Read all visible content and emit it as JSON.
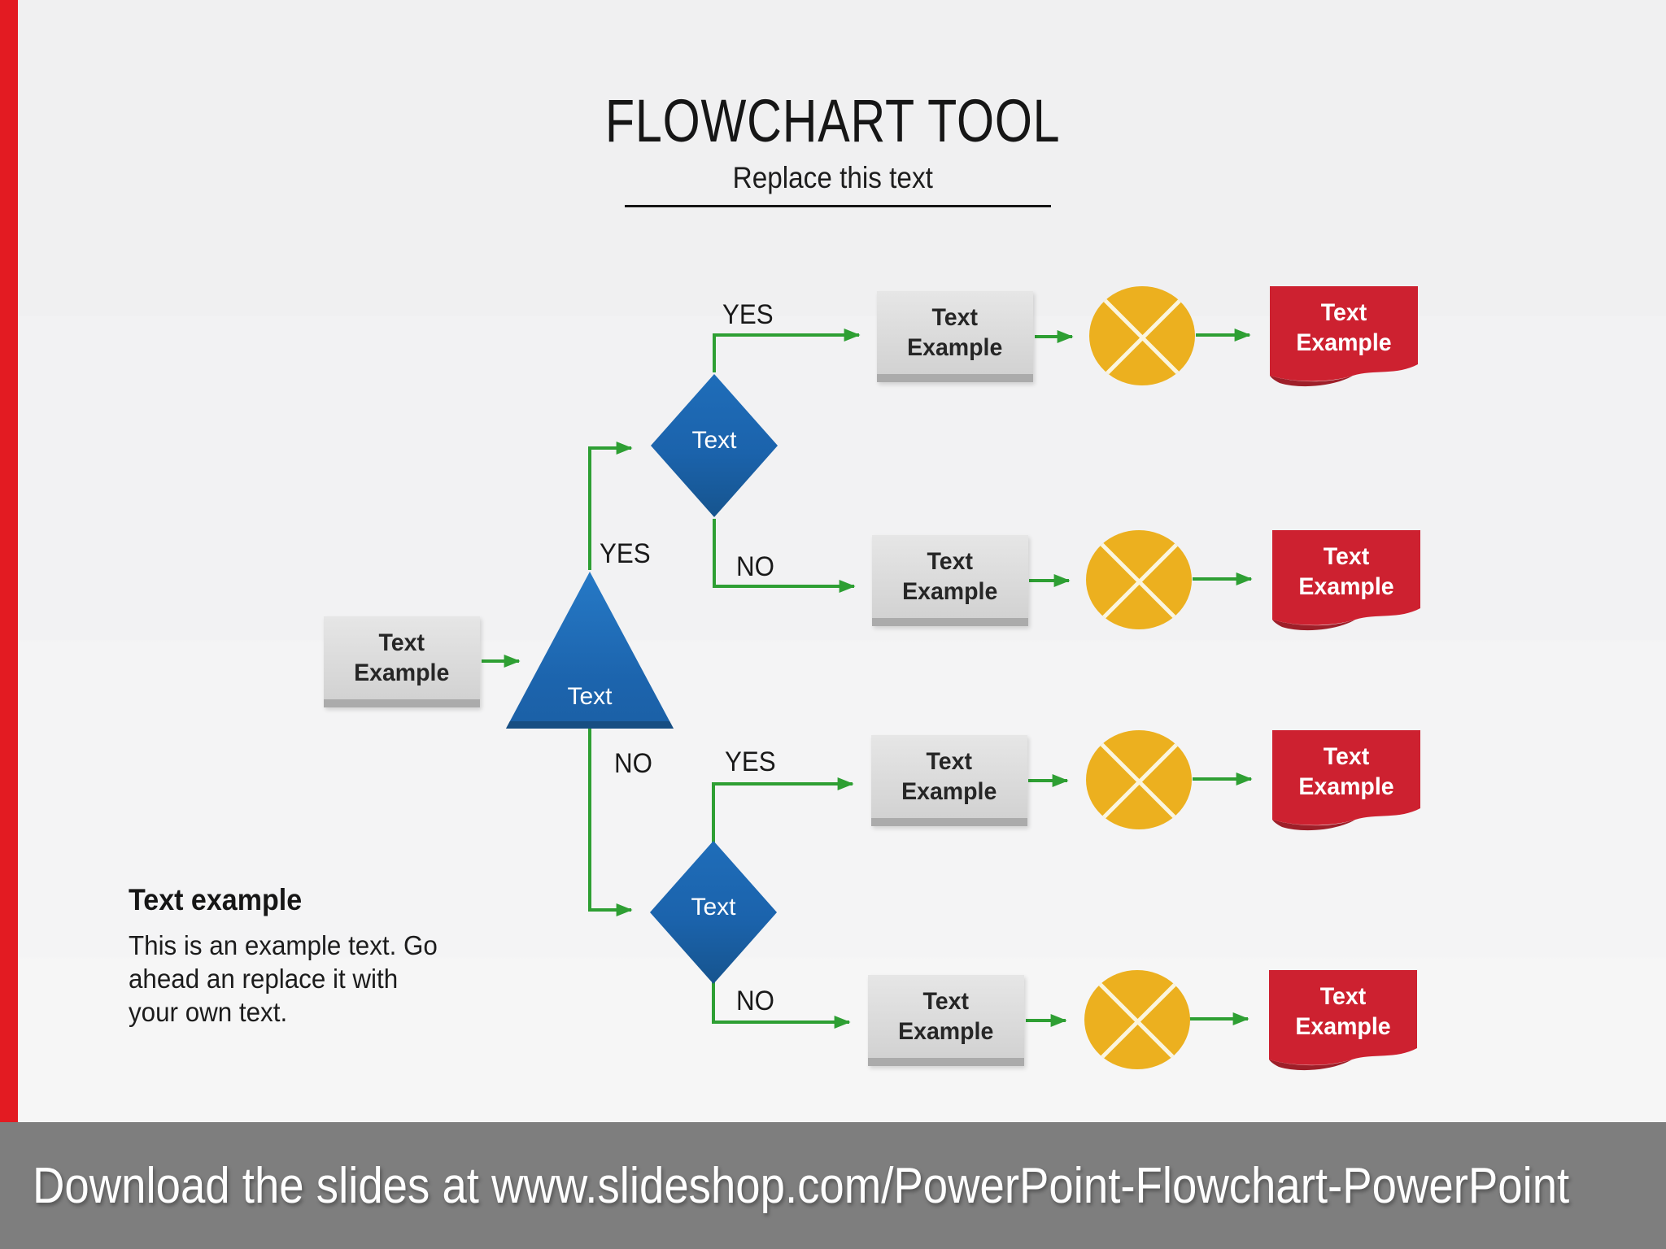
{
  "slide": {
    "title": "FLOWCHART TOOL",
    "subtitle": "Replace this text"
  },
  "labels": {
    "yes": "YES",
    "no": "NO"
  },
  "shapes": {
    "start_box": {
      "line1": "Text",
      "line2": "Example"
    },
    "triangle": {
      "label": "Text"
    },
    "diamond_top": {
      "label": "Text"
    },
    "diamond_bottom": {
      "label": "Text"
    }
  },
  "rows": [
    {
      "box": {
        "line1": "Text",
        "line2": "Example"
      },
      "banner": {
        "line1": "Text",
        "line2": "Example"
      }
    },
    {
      "box": {
        "line1": "Text",
        "line2": "Example"
      },
      "banner": {
        "line1": "Text",
        "line2": "Example"
      }
    },
    {
      "box": {
        "line1": "Text",
        "line2": "Example"
      },
      "banner": {
        "line1": "Text",
        "line2": "Example"
      }
    },
    {
      "box": {
        "line1": "Text",
        "line2": "Example"
      },
      "banner": {
        "line1": "Text",
        "line2": "Example"
      }
    }
  ],
  "note": {
    "heading": "Text example",
    "lines": [
      "This is an example text. Go",
      "ahead an replace it with",
      "your own text."
    ]
  },
  "footer": {
    "text": "Download the slides at www.slideshop.com/PowerPoint-Flowchart-PowerPoint"
  },
  "colors": {
    "accent_red": "#E31B22",
    "banner_red": "#CD2130",
    "banner_red_dark": "#9E1F29",
    "process_gray": "#D6D6D6",
    "process_gray_edge": "#ABABAB",
    "decision_blue": "#1B63AC",
    "connector_green": "#2E9F33",
    "junction_yellow": "#ECB01F",
    "footer_gray": "#7E7E7E"
  }
}
